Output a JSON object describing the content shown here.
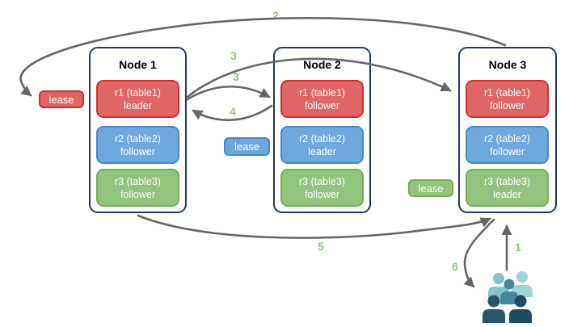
{
  "colors": {
    "red_fill": "#e06666",
    "red_border": "#cf2f2f",
    "blue_fill": "#6fa8dc",
    "blue_border": "#4a86c8",
    "green_fill": "#93c47d",
    "green_border": "#76ab5a",
    "node_border": "#24395e",
    "arrow": "#666666",
    "step_label": "#93c47d",
    "title_text": "#000000",
    "replica_text": "#ffffff",
    "users_icon": [
      "#85c3c6",
      "#9ed5d5",
      "#46889a",
      "#27566c",
      "#1e4b62"
    ]
  },
  "nodes": [
    {
      "title": "Node 1",
      "replicas": [
        {
          "name": "r1 (table1)",
          "role": "leader",
          "color": "red"
        },
        {
          "name": "r2 (table2)",
          "role": "follower",
          "color": "blue"
        },
        {
          "name": "r3 (table3)",
          "role": "follower",
          "color": "green"
        }
      ]
    },
    {
      "title": "Node 2",
      "replicas": [
        {
          "name": "r1 (table1)",
          "role": "follower",
          "color": "red"
        },
        {
          "name": "r2 (table2)",
          "role": "leader",
          "color": "blue"
        },
        {
          "name": "r3 (table3)",
          "role": "follower",
          "color": "green"
        }
      ]
    },
    {
      "title": "Node 3",
      "replicas": [
        {
          "name": "r1 (table1)",
          "role": "follower",
          "color": "red"
        },
        {
          "name": "r2 (table2)",
          "role": "follower",
          "color": "blue"
        },
        {
          "name": "r3 (table3)",
          "role": "leader",
          "color": "green"
        }
      ]
    }
  ],
  "leases": [
    {
      "label": "lease",
      "color": "red"
    },
    {
      "label": "lease",
      "color": "blue"
    },
    {
      "label": "lease",
      "color": "green"
    }
  ],
  "step_labels": {
    "s1": "1",
    "s2": "2",
    "s3a": "3",
    "s3b": "3",
    "s4": "4",
    "s5": "5",
    "s6": "6"
  },
  "icons": {
    "users_group": "group of five people (clients)"
  }
}
